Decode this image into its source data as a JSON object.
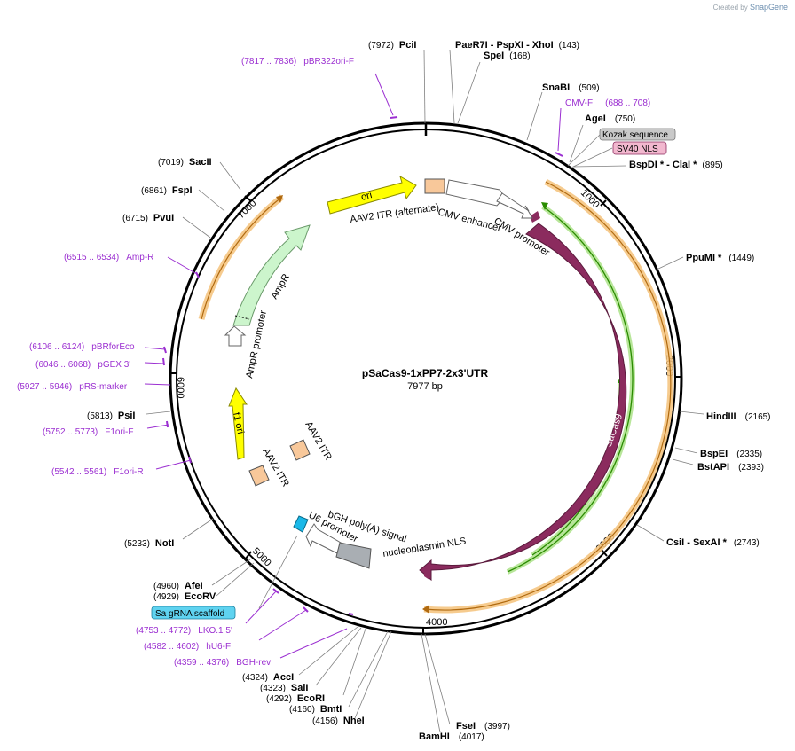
{
  "header": {
    "created_by": "Created by",
    "brand": "SnapGene"
  },
  "plasmid": {
    "name": "pSaCas9-1xPP7-2x3'UTR",
    "size": "7977 bp",
    "length": 7977
  },
  "ticks": [
    "1000",
    "2000",
    "3000",
    "4000",
    "5000",
    "6000",
    "7000"
  ],
  "sites": [
    {
      "name": "PciI",
      "pos": "(7972)"
    },
    {
      "name": "PaeR7I - PspXI - XhoI",
      "pos": "(143)"
    },
    {
      "name": "SpeI",
      "pos": "(168)"
    },
    {
      "name": "SnaBI",
      "pos": "(509)"
    },
    {
      "name": "AgeI",
      "pos": "(750)"
    },
    {
      "name": "BspDI * - ClaI *",
      "pos": "(895)"
    },
    {
      "name": "PpuMI *",
      "pos": "(1449)"
    },
    {
      "name": "HindIII",
      "pos": "(2165)"
    },
    {
      "name": "BspEI",
      "pos": "(2335)"
    },
    {
      "name": "BstAPI",
      "pos": "(2393)"
    },
    {
      "name": "CsiI - SexAI *",
      "pos": "(2743)"
    },
    {
      "name": "FseI",
      "pos": "(3997)"
    },
    {
      "name": "BamHI",
      "pos": "(4017)"
    },
    {
      "name": "NheI",
      "pos": "(4156)"
    },
    {
      "name": "BmtI",
      "pos": "(4160)"
    },
    {
      "name": "EcoRI",
      "pos": "(4292)"
    },
    {
      "name": "SalI",
      "pos": "(4323)"
    },
    {
      "name": "AccI",
      "pos": "(4324)"
    },
    {
      "name": "EcoRV",
      "pos": "(4929)"
    },
    {
      "name": "AfeI",
      "pos": "(4960)"
    },
    {
      "name": "NotI",
      "pos": "(5233)"
    },
    {
      "name": "PsiI",
      "pos": "(5813)"
    },
    {
      "name": "PvuI",
      "pos": "(6715)"
    },
    {
      "name": "FspI",
      "pos": "(6861)"
    },
    {
      "name": "SacII",
      "pos": "(7019)"
    }
  ],
  "primers": [
    {
      "name": "pBR322ori-F",
      "pos": "(7817 .. 7836)"
    },
    {
      "name": "CMV-F",
      "pos": "(688 .. 708)"
    },
    {
      "name": "Amp-R",
      "pos": "(6515 .. 6534)"
    },
    {
      "name": "pBRforEco",
      "pos": "(6106 .. 6124)"
    },
    {
      "name": "pGEX 3'",
      "pos": "(6046 .. 6068)"
    },
    {
      "name": "pRS-marker",
      "pos": "(5927 .. 5946)"
    },
    {
      "name": "F1ori-F",
      "pos": "(5752 .. 5773)"
    },
    {
      "name": "F1ori-R",
      "pos": "(5542 .. 5561)"
    },
    {
      "name": "LKO.1 5'",
      "pos": "(4753 .. 4772)"
    },
    {
      "name": "hU6-F",
      "pos": "(4582 .. 4602)"
    },
    {
      "name": "BGH-rev",
      "pos": "(4359 .. 4376)"
    }
  ],
  "boxed_labels": {
    "kozak": "Kozak sequence",
    "sv40": "SV40 NLS",
    "sagrna": "Sa gRNA scaffold"
  },
  "features": {
    "ori": "ori",
    "aav2_itr_alt": "AAV2 ITR (alternate)",
    "cmv_enhancer": "CMV enhancer",
    "cmv_promoter": "CMV promoter",
    "sacas9": "SaCas9",
    "nucleoplasmin": "nucleoplasmin NLS",
    "bgh": "bGH poly(A) signal",
    "u6": "U6 promoter",
    "aav2_itr_1": "AAV2 ITR",
    "aav2_itr_2": "AAV2 ITR",
    "f1ori": "f1 ori",
    "ampr": "AmpR",
    "ampr_promoter": "AmpR promoter"
  },
  "colors": {
    "sacas9": "#8b2b5e",
    "ori": "#ffff00",
    "ampr": "#ccf5cc",
    "orange_band": "#f5c27a",
    "green_line": "#2a8c00",
    "itr": "#f8c89a",
    "u6": "#1ab8e8",
    "bgh": "#a9aeb3",
    "primer": "#9b2fd1",
    "sagrna_bg": "#5fd3f0",
    "kozak_bg": "#c9c9c9",
    "sv40_bg": "#f2b8cf"
  }
}
